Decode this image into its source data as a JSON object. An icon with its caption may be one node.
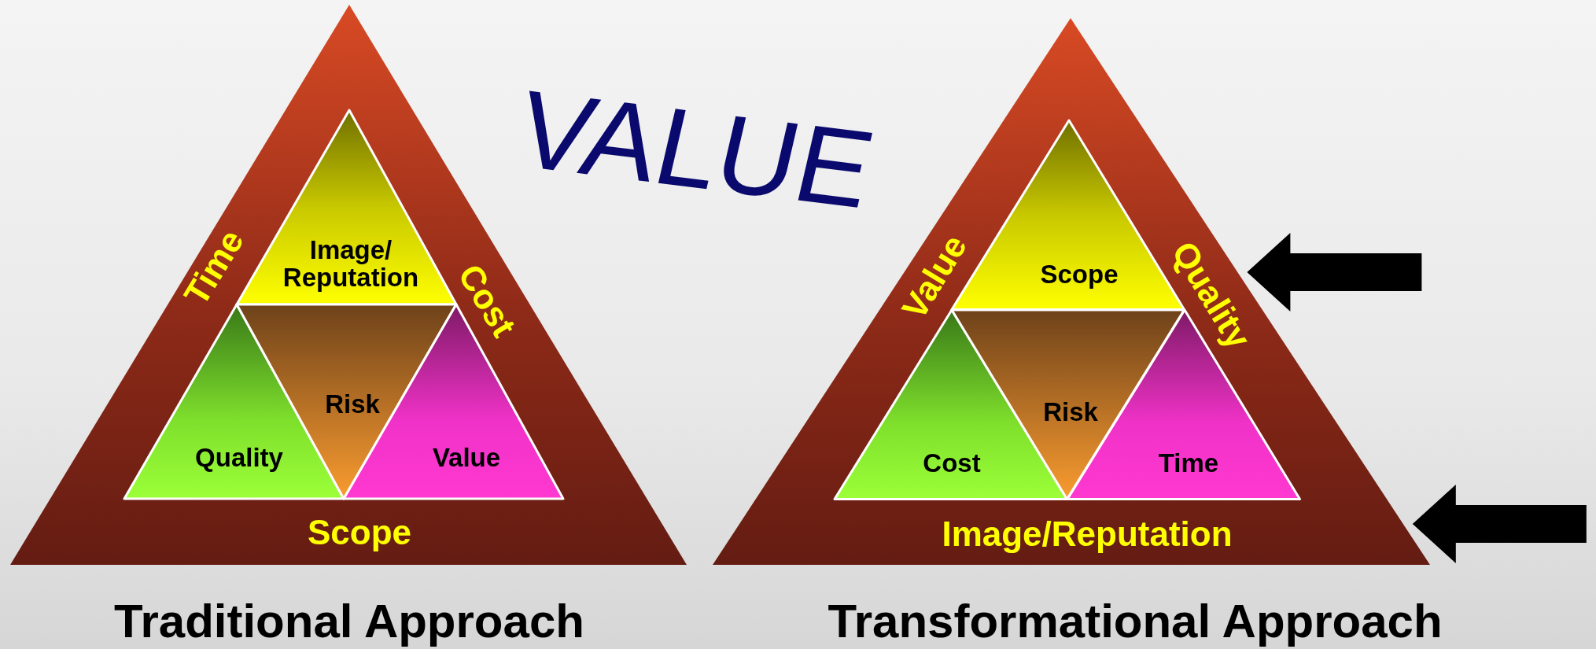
{
  "diagram": {
    "title": "VALUE",
    "nodes": [
      {
        "text": [
          "Time",
          "Cost",
          "Scope"
        ],
        "beside": [
          "Traditional Approach"
        ]
      },
      {
        "text": [
          "Image/ Reputation"
        ],
        "in": 0
      },
      {
        "text": [
          "Quality"
        ],
        "in": 0
      },
      {
        "text": [
          "Risk"
        ],
        "in": 0
      },
      {
        "text": [
          "Value"
        ],
        "in": 0
      },
      {
        "text": [
          "Value",
          "Quality",
          "Image/Reputation"
        ],
        "beside": [
          "Transformational Approach"
        ]
      },
      {
        "text": [
          "Scope"
        ],
        "in": 5
      },
      {
        "text": [
          "Cost"
        ],
        "in": 5
      },
      {
        "text": [
          "Risk"
        ],
        "in": 5
      },
      {
        "text": [
          "Time"
        ],
        "in": 5
      }
    ],
    "edges": [
      {
        "from": null,
        "to": 5,
        "arrow": "to"
      },
      {
        "from": null,
        "to": 5,
        "arrow": "to"
      }
    ]
  }
}
